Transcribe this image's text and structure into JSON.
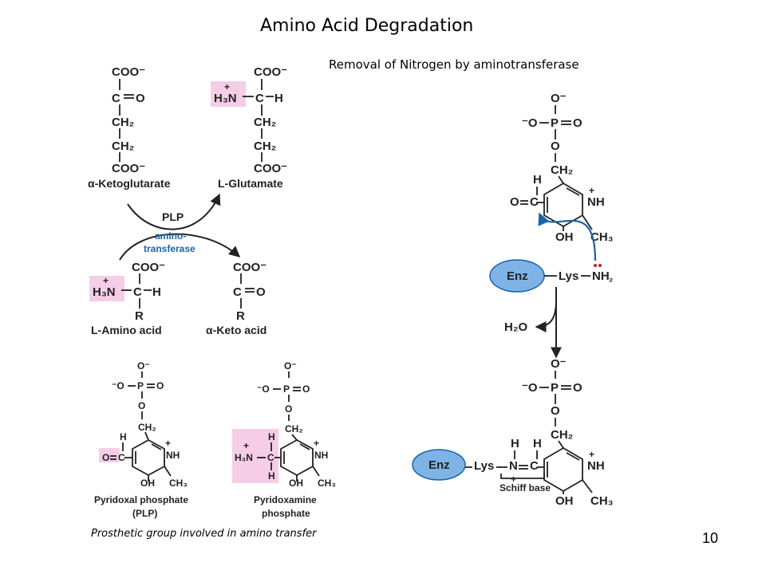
{
  "header": {
    "title": "Amino Acid Degradation",
    "subtitle": "Removal of Nitrogen by aminotransferase"
  },
  "reaction": {
    "reactant_top": "α-Ketoglutarate",
    "product_top": "L-Glutamate",
    "reactant_bottom": "L-Amino  acid",
    "product_bottom": "α-Keto acid",
    "cofactor": "PLP",
    "enzyme_line1": "amino-",
    "enzyme_line2": "transferase"
  },
  "prosthetic": {
    "plp_name_line1": "Pyridoxal phosphate",
    "plp_name_line2": "(PLP)",
    "pmp_name_line1": "Pyridoxamine",
    "pmp_name_line2": "phosphate"
  },
  "mechanism": {
    "enzyme_label": "Enz",
    "lysine_label": "Lys",
    "water_label": "H₂O",
    "schiff_label": "Schiff base"
  },
  "footer": {
    "caption": "Prosthetic group involved in amino transfer",
    "page_number": "10"
  },
  "colors": {
    "highlight": "#f6cde6",
    "enzyme_blue": "#1a63a8",
    "enzyme_fill": "#7fb3e6"
  }
}
